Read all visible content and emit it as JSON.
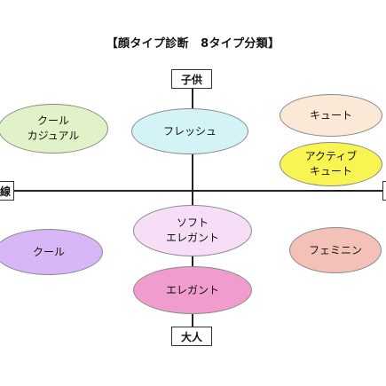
{
  "title": "【顔タイプ診断　8タイプ分類】",
  "axis": {
    "top_label": "子供",
    "bottom_label": "大人",
    "left_label": "線",
    "right_label": ""
  },
  "types": {
    "cool_casual": {
      "line1": "クール",
      "line2": "カジュアル",
      "color": "#e2f2c8"
    },
    "fresh": {
      "label": "フレッシュ",
      "color": "#d4f3f6"
    },
    "cute": {
      "label": "キュート",
      "color": "#fbe8d6"
    },
    "active_cute": {
      "line1": "アクティブ",
      "line2": "キュート",
      "color": "#f8f553"
    },
    "cool": {
      "label": "クール",
      "color": "#d7b7f5"
    },
    "soft_elegant": {
      "line1": "ソフト",
      "line2": "エレガント",
      "color": "#f6dff6"
    },
    "feminine": {
      "label": "フェミニン",
      "color": "#f3c1b8"
    },
    "elegant": {
      "label": "エレガント",
      "color": "#f09ccc"
    }
  }
}
